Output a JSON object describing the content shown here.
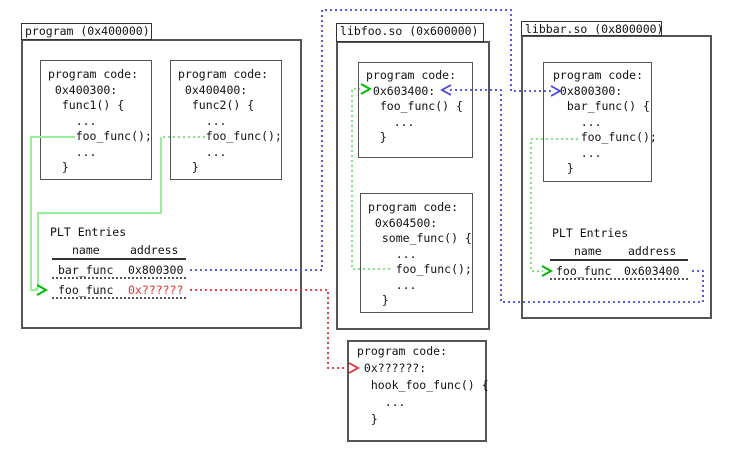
{
  "colors": {
    "blue": "#4747dd",
    "red": "#e03030",
    "red_text": "#e03030",
    "green_light": "#99ee99",
    "green_bright": "#00bb00",
    "green_dim": "#77dd77",
    "border_dark": "#555555",
    "text": "#111111"
  },
  "boxes": {
    "program": {
      "title": "program (0x400000)"
    },
    "libfoo": {
      "title": "libfoo.so (0x600000)"
    },
    "libbar": {
      "title": "libbar.so (0x800000)"
    },
    "func1": {
      "lines": [
        "program code:",
        " 0x400300:",
        "  func1() {",
        "    ...",
        "    foo_func();",
        "    ...",
        "  }"
      ]
    },
    "func2": {
      "lines": [
        "program code:",
        " 0x400400:",
        "  func2() {",
        "    ...",
        "    foo_func();",
        "    ...",
        "  }"
      ]
    },
    "foo_func": {
      "lines": [
        "program code:",
        " 0x603400:",
        "  foo_func() {",
        "    ...",
        "  }"
      ]
    },
    "some_func": {
      "lines": [
        "program code:",
        " 0x604500:",
        "  some_func() {",
        "    ...",
        "    foo_func();",
        "    ...",
        "  }"
      ]
    },
    "bar_func": {
      "lines": [
        "program code:",
        " 0x800300:",
        "  bar_func() {",
        "    ...",
        "    foo_func();",
        "    ...",
        "  }"
      ]
    },
    "hook": {
      "lines": [
        "program code:",
        " 0x??????:",
        "  hook_foo_func() {",
        "    ...",
        "  }"
      ]
    }
  },
  "plt_program": {
    "title": "PLT Entries",
    "col_name": "name",
    "col_address": "address",
    "rows": [
      {
        "name": "bar_func",
        "address": "0x800300"
      },
      {
        "name": "foo_func",
        "address": "0x??????"
      }
    ]
  },
  "plt_libbar": {
    "title": "PLT Entries",
    "col_name": "name",
    "col_address": "address",
    "rows": [
      {
        "name": "foo_func",
        "address": "0x603400"
      }
    ]
  }
}
